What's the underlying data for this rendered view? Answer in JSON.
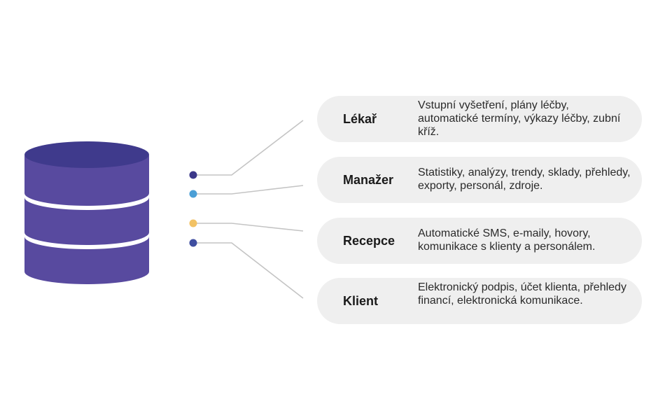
{
  "colors": {
    "database_top": "#3f3a8c",
    "database_body": "#584a9f",
    "connector_line": "#c4c4c4",
    "card_bg": "#efefef",
    "dot_1": "#3b3889",
    "dot_2": "#4b9fd6",
    "dot_3": "#f2c265",
    "dot_4": "#3f4ea0"
  },
  "icons": {
    "database": "database-icon"
  },
  "roles": [
    {
      "label": "Lékař",
      "description": "Vstupní vyšetření, plány léčby, automatické termíny, výkazy léčby, zubní kříž."
    },
    {
      "label": "Manažer",
      "description": "Statistiky, analýzy, trendy, sklady, přehledy, exporty, personál, zdroje."
    },
    {
      "label": "Recepce",
      "description": "Automatické SMS, e-maily, hovory, komunikace s klienty a personálem."
    },
    {
      "label": "Klient",
      "description": "Elektronický podpis, účet klienta, přehledy financí, elektronická komunikace."
    }
  ]
}
